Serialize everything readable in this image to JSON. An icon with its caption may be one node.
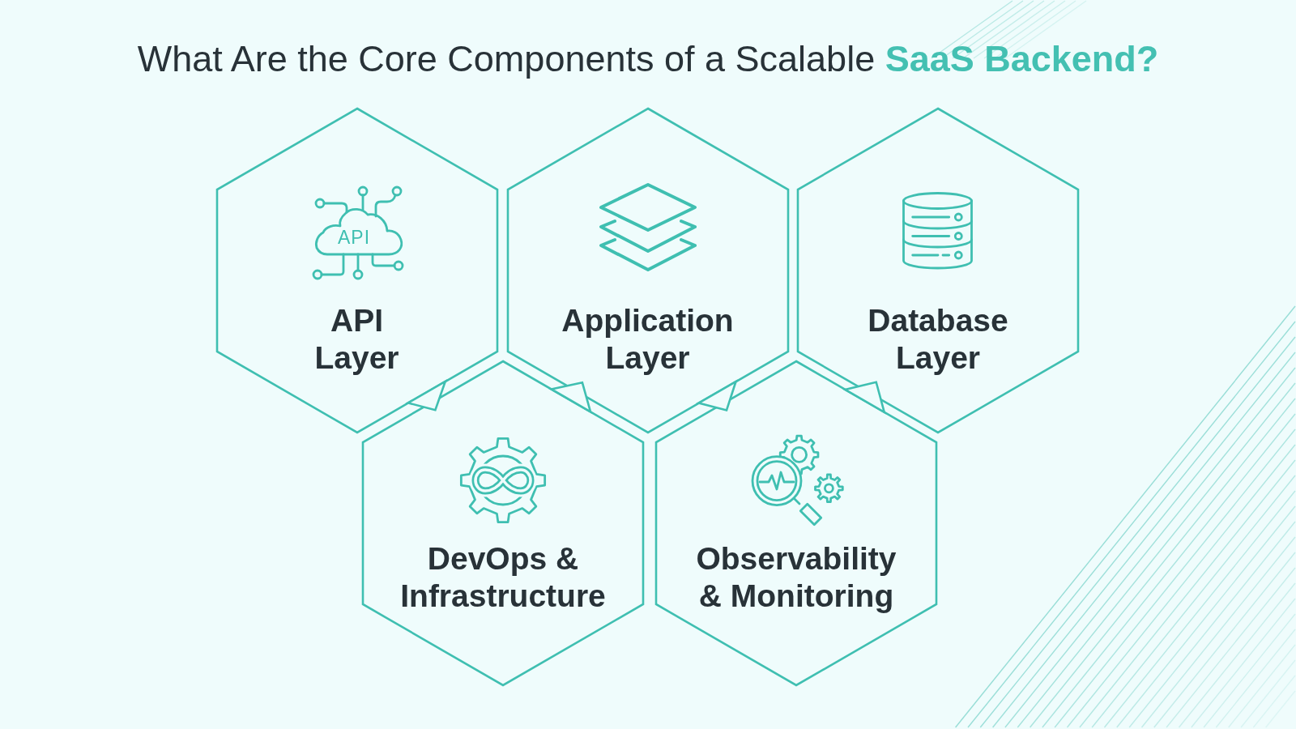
{
  "diagram": {
    "title": "What Are the Core Components of a Scalable **SaaS Backend?**",
    "nodes": [
      {
        "text": [
          "API Layer"
        ]
      },
      {
        "text": [
          "Application Layer"
        ]
      },
      {
        "text": [
          "Database Layer"
        ]
      },
      {
        "text": [
          "DevOps & Infrastructure"
        ]
      },
      {
        "text": [
          "Observability & Monitoring"
        ]
      }
    ],
    "labels": [
      "API"
    ]
  }
}
